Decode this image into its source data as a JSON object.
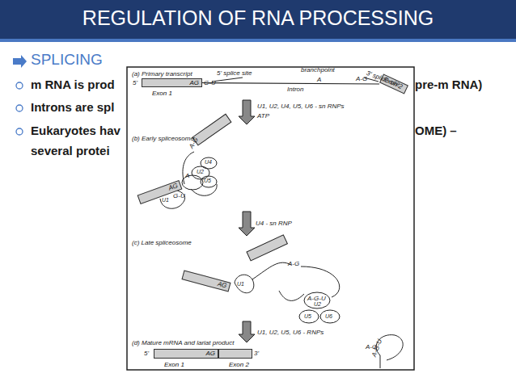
{
  "diagram": {
    "title": "REGULATION OF RNA PROCESSING",
    "nodes": [
      {
        "text": [
          "AG",
          "Exon 1"
        ]
      },
      {
        "text": [
          "Exon 2"
        ]
      },
      {
        "text": [
          "AG"
        ]
      },
      {
        "text": [
          "AG"
        ]
      },
      {
        "text": [
          "AG",
          "Exon 1"
        ]
      },
      {
        "text": [
          "Exon 2"
        ]
      }
    ],
    "edges": [
      {
        "from": 0,
        "to": 1,
        "arrow": "none"
      }
    ],
    "labels": [
      "SPLICING",
      "m RNA is prod",
      "pre-m RNA)",
      "Introns are spl",
      "Eukaryotes hav",
      "OME) –",
      "several protei",
      "(a) Primary transcript",
      "5' splice site",
      "branchpoint",
      "3' splice site",
      "5'",
      "G-U",
      "A",
      "A-G",
      "Intron",
      "U1, U2, U4, U5, U6 - sn RNPs",
      "ATP",
      "(b) Early spliceosome",
      "U4",
      "U2",
      "U5",
      "U1",
      "A",
      "A-G",
      "G-U",
      "U4 - sn RNP",
      "(c) Late spliceosome",
      "U1",
      "A-G",
      "A-G-U",
      "U2",
      "U5",
      "U6",
      "U1, U2, U5, U6 - RNPs",
      "(d) Mature mRNA and lariat product",
      "5'",
      "3'",
      "A-G",
      "A-G-U"
    ]
  }
}
